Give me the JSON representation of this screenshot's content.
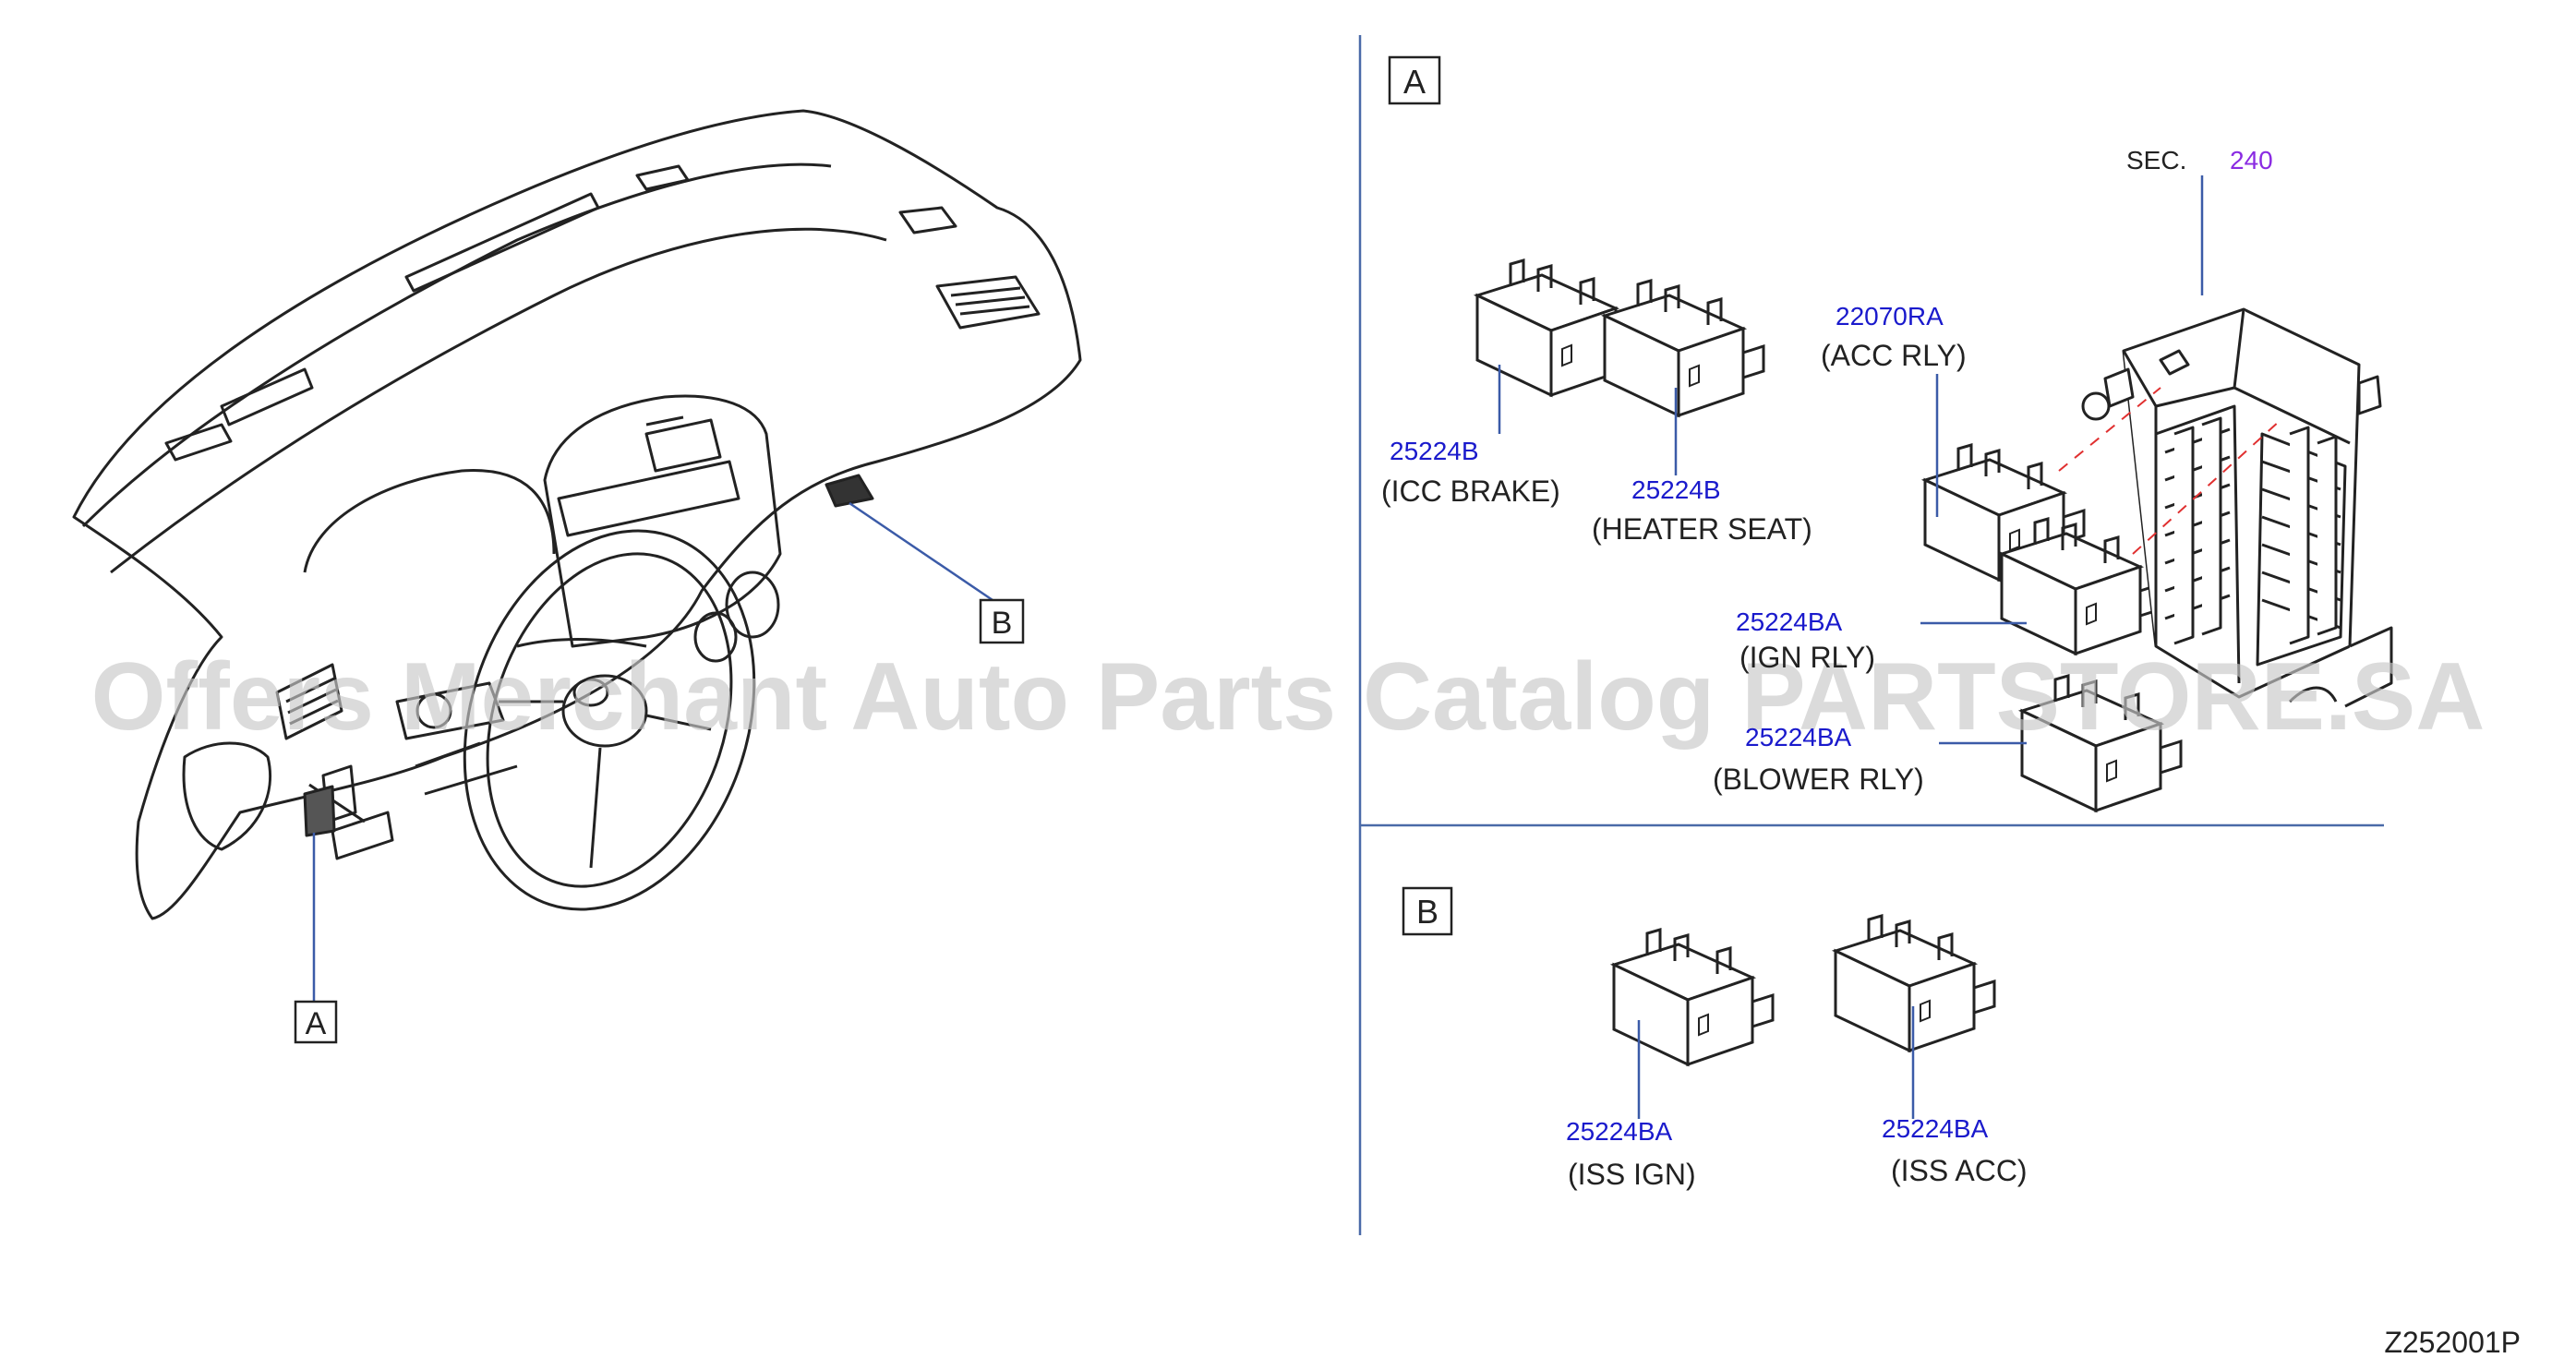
{
  "colors": {
    "line": "#222222",
    "part_number": "#1a1acc",
    "section_number": "#8a2be2",
    "leader": "#3b5ba8",
    "divider": "#4a6aa8",
    "dash": "#e03030",
    "watermark": "#c8c8c8"
  },
  "watermark": "Offers Merchant Auto Parts Catalog PARTSTORE.SA",
  "diagram_id": "Z252001P",
  "callouts": {
    "a_overview": "A",
    "b_overview": "B",
    "a_panel": "A",
    "b_panel": "B"
  },
  "section_ref": {
    "prefix": "SEC.",
    "number": "240"
  },
  "parts": {
    "icc_brake": {
      "number": "25224B",
      "desc": "(ICC BRAKE)"
    },
    "heater_seat": {
      "number": "25224B",
      "desc": "(HEATER SEAT)"
    },
    "acc_rly": {
      "number": "22070RA",
      "desc": "(ACC RLY)"
    },
    "ign_rly": {
      "number": "25224BA",
      "desc": "(IGN RLY)"
    },
    "blower_rly": {
      "number": "25224BA",
      "desc": "(BLOWER RLY)"
    },
    "iss_ign": {
      "number": "25224BA",
      "desc": "(ISS IGN)"
    },
    "iss_acc": {
      "number": "25224BA",
      "desc": "(ISS ACC)"
    }
  }
}
